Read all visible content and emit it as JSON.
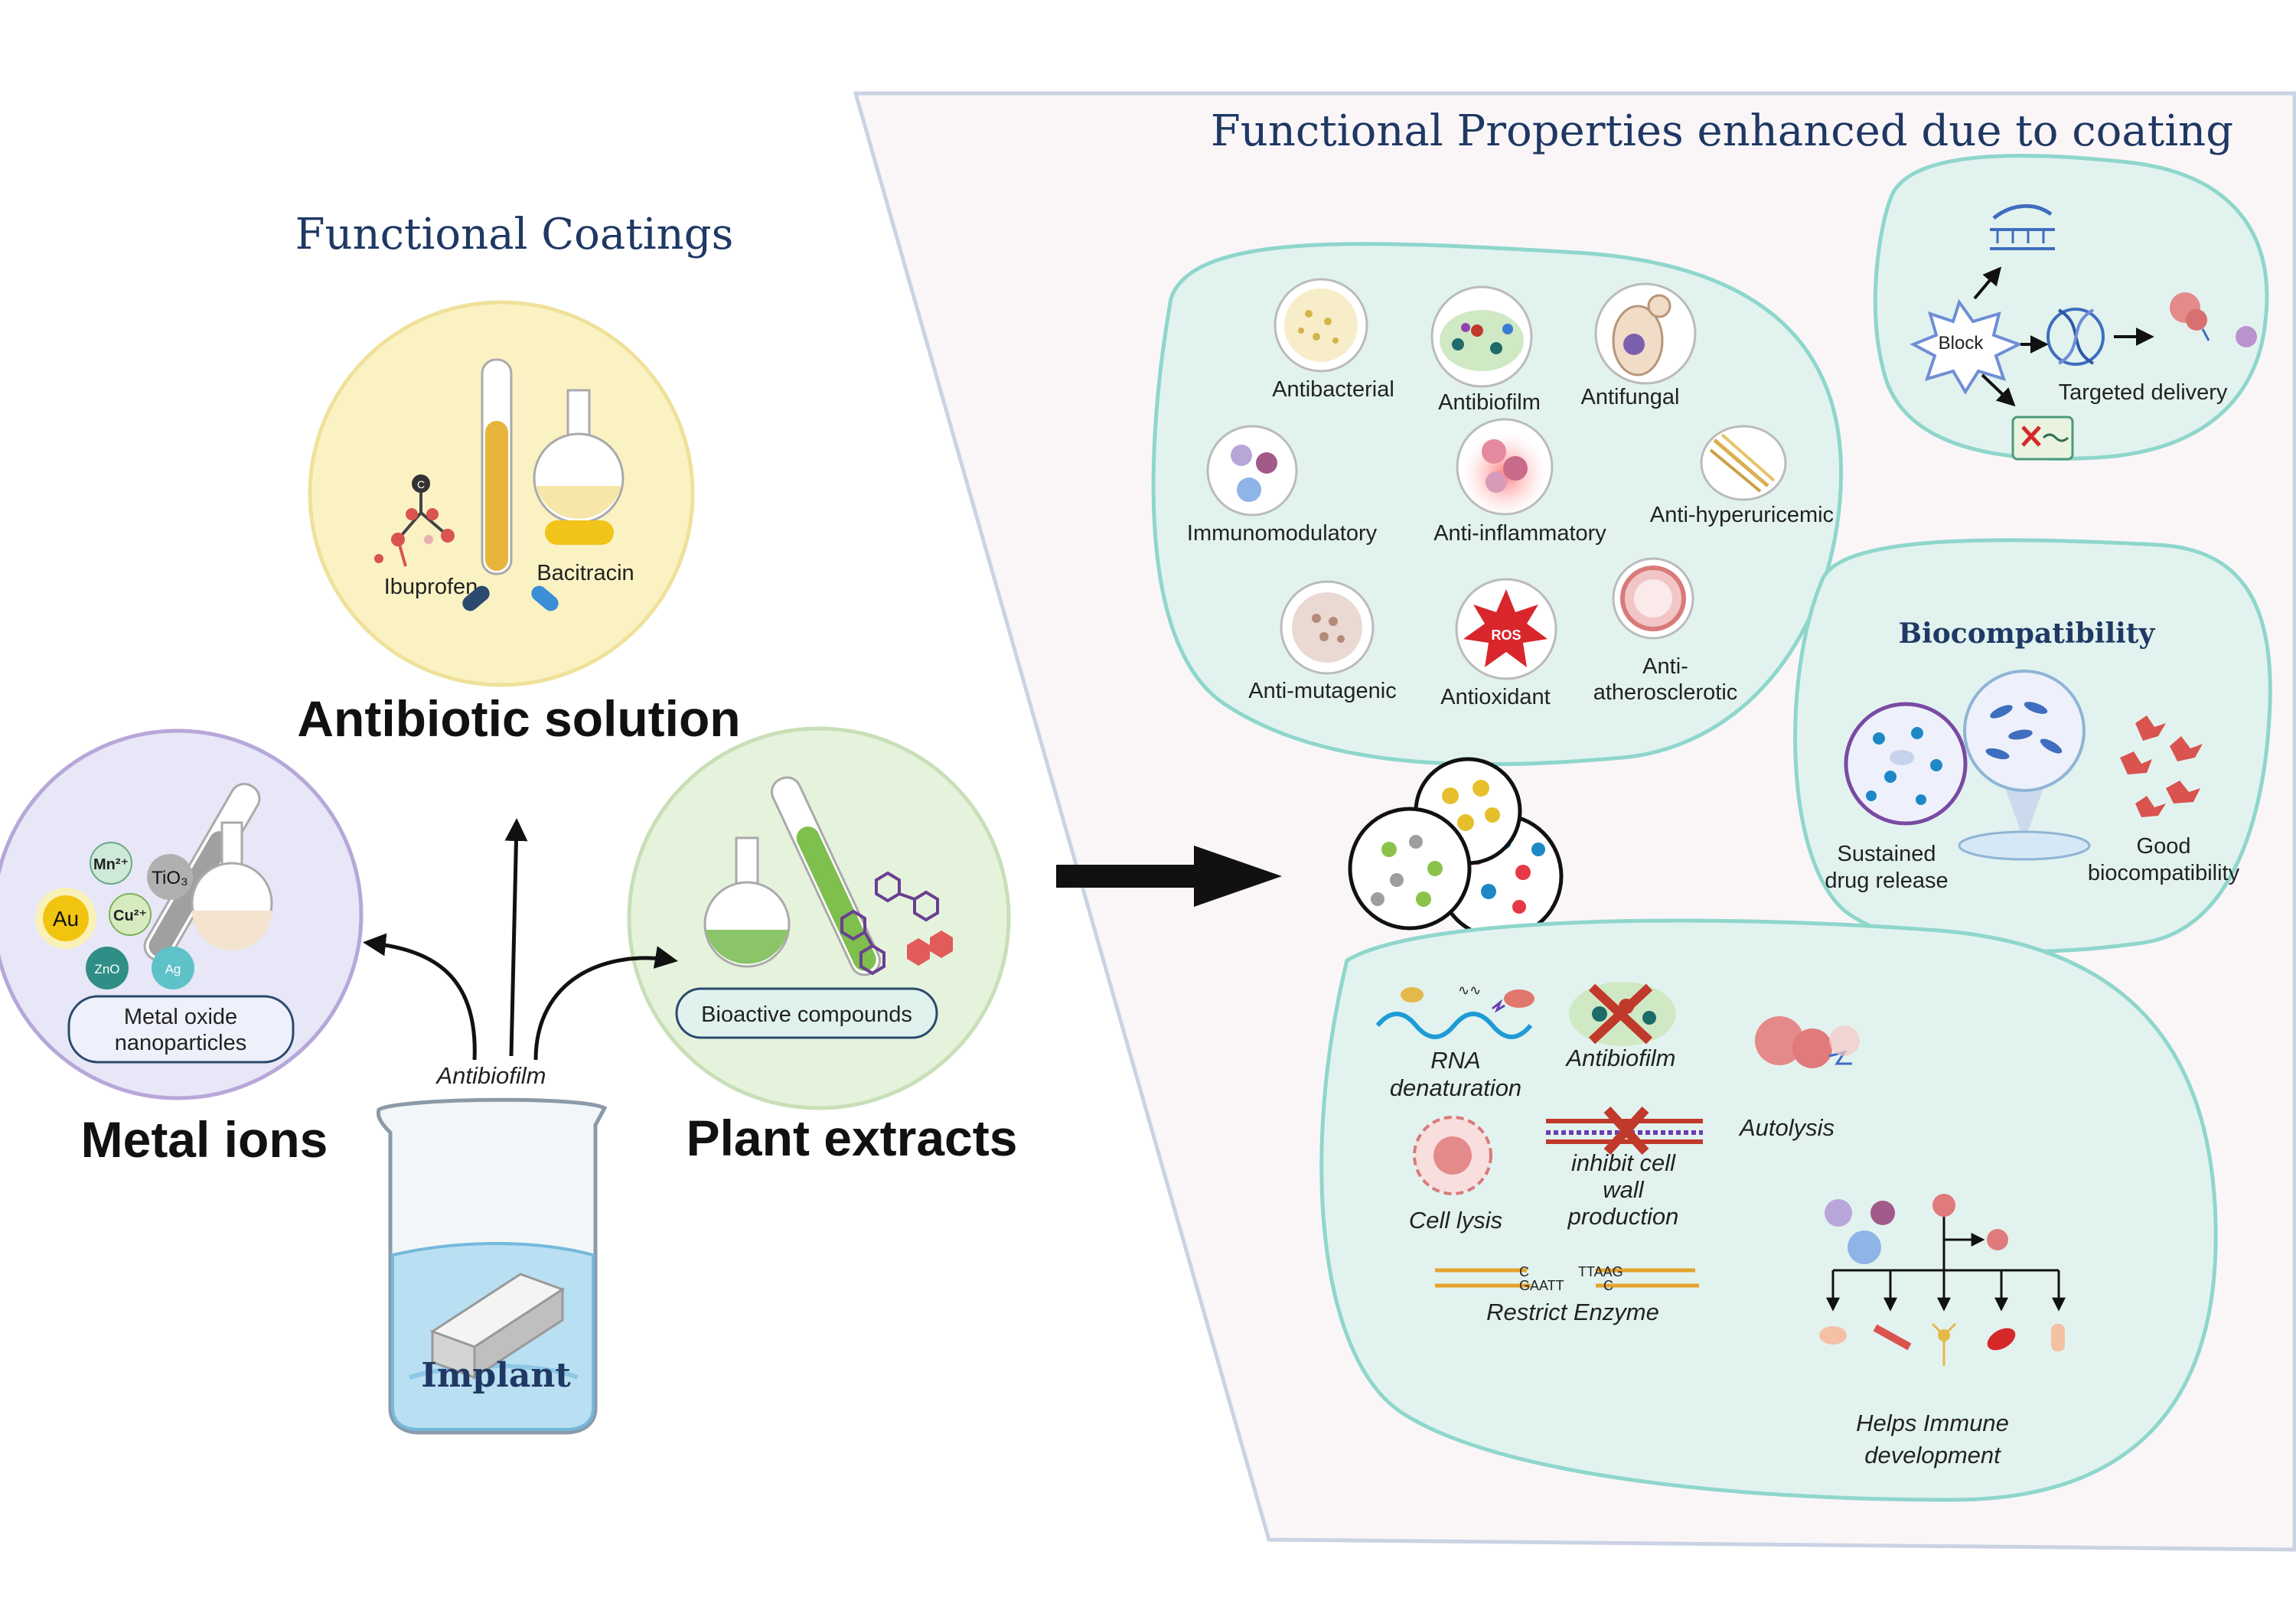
{
  "left": {
    "title": "Functional  Coatings",
    "antibiotic": {
      "heading": "Antibiotic solution",
      "items": [
        "Ibuprofen",
        "Bacitracin"
      ],
      "atom": "C"
    },
    "metal": {
      "heading": "Metal ions",
      "box_line1": "Metal oxide",
      "box_line2": "nanoparticles",
      "ions": {
        "mn": "Mn²⁺",
        "tio": "TiO₃",
        "au": "Au",
        "cu": "Cu²⁺",
        "zno": "ZnO",
        "ag": "Ag"
      }
    },
    "plant": {
      "heading": "Plant extracts",
      "box": "Bioactive compounds"
    },
    "beaker": {
      "arrow_label": "Antibiofilm",
      "implant": "Implant"
    }
  },
  "right": {
    "title": "Functional Properties enhanced due to coating",
    "properties": {
      "antibacterial": "Antibacterial",
      "antibiofilm": "Antibiofilm",
      "antifungal": "Antifungal",
      "immunomodulatory": "Immunomodulatory",
      "anti_inflammatory": "Anti-inflammatory",
      "anti_hyperuricemic": "Anti-hyperuricemic",
      "anti_mutagenic": "Anti-mutagenic",
      "antioxidant": "Antioxidant",
      "ros": "ROS",
      "anti_athero_1": "Anti-",
      "anti_athero_2": "atherosclerotic"
    },
    "targeted": {
      "block": "Block",
      "label": "Targeted delivery"
    },
    "biocompat": {
      "title": "Biocompatibility",
      "sustained_1": "Sustained",
      "sustained_2": "drug release",
      "good_1": "Good",
      "good_2": "biocompatibility"
    },
    "mechanisms": {
      "rna_1": "RNA",
      "rna_2": "denaturation",
      "antibiofilm": "Antibiofilm",
      "autolysis": "Autolysis",
      "cell_lysis": "Cell lysis",
      "inhibit_1": "inhibit cell",
      "inhibit_2": "wall",
      "inhibit_3": "production",
      "restrict": "Restrict Enzyme",
      "seq_1a": "C",
      "seq_1b": "GAATT",
      "seq_2a": "TTAAG",
      "seq_2b": "C",
      "immune_1": "Helps Immune",
      "immune_2": "development"
    }
  },
  "colors": {
    "title_navy": "#1f3864",
    "panel_bg": "#faf6f8",
    "panel_border": "#c9d3e4",
    "teal_fill": "#e2f3ef",
    "teal_stroke": "#8fd6cc",
    "yellow_fill": "#fbf2c4",
    "purple_fill": "#e7e7f7",
    "green_fill": "#e6f3dc"
  }
}
